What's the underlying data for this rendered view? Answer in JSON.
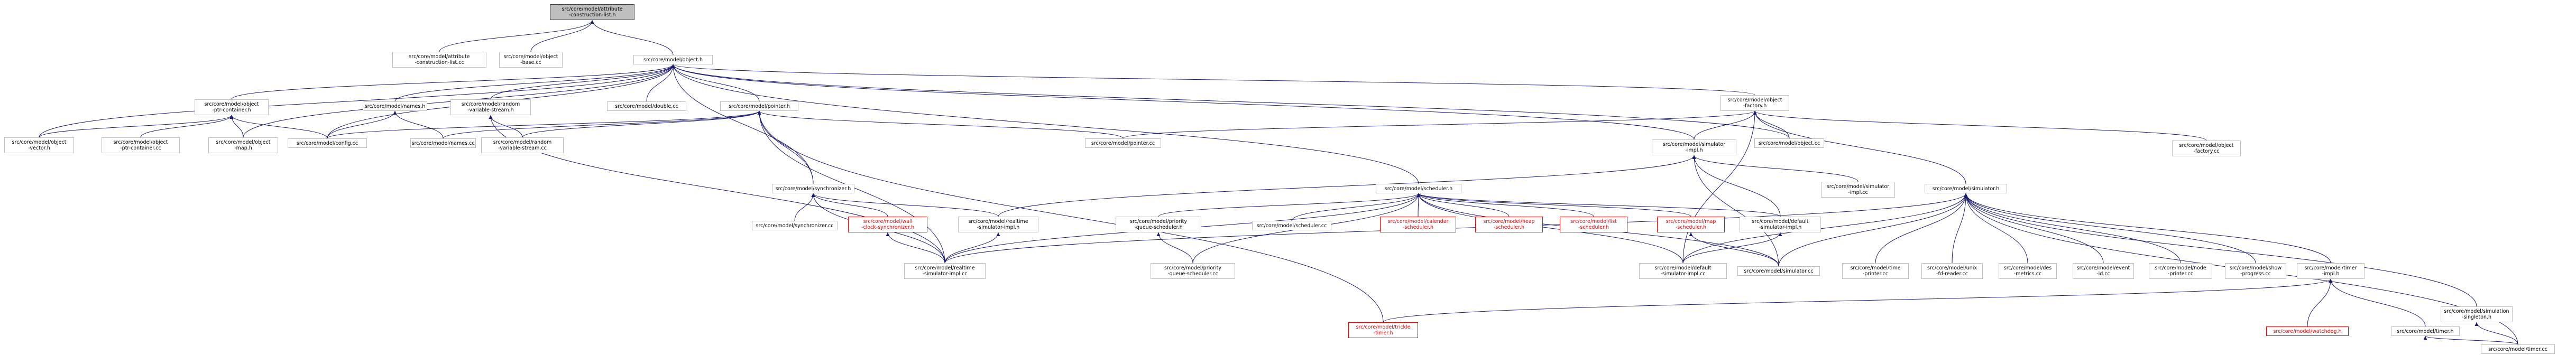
{
  "colors": {
    "edge": "#191970",
    "node_border": "#bfbfbf",
    "root_fill": "#bfbfbf",
    "broken": "#ff0000"
  },
  "nodes": [
    {
      "id": "attr",
      "lines": [
        "src/core/model/attribute",
        "-construction-list.h"
      ],
      "root": true
    },
    {
      "id": "attrcc",
      "lines": [
        "src/core/model/attribute",
        "-construction-list.cc"
      ]
    },
    {
      "id": "objbase",
      "lines": [
        "src/core/model/object",
        "-base.cc"
      ]
    },
    {
      "id": "obj",
      "lines": [
        "src/core/model/object.h"
      ]
    },
    {
      "id": "objvec",
      "lines": [
        "src/core/model/object",
        "-vector.h"
      ]
    },
    {
      "id": "ptrcont",
      "lines": [
        "src/core/model/object",
        "-ptr-container.h"
      ]
    },
    {
      "id": "ptrcontcc",
      "lines": [
        "src/core/model/object",
        "-ptr-container.cc"
      ]
    },
    {
      "id": "objmap",
      "lines": [
        "src/core/model/object",
        "-map.h"
      ]
    },
    {
      "id": "config",
      "lines": [
        "src/core/model/config.cc"
      ]
    },
    {
      "id": "names",
      "lines": [
        "src/core/model/names.h"
      ]
    },
    {
      "id": "namescc",
      "lines": [
        "src/core/model/names.cc"
      ]
    },
    {
      "id": "rvs",
      "lines": [
        "src/core/model/random",
        "-variable-stream.h"
      ]
    },
    {
      "id": "rvscc",
      "lines": [
        "src/core/model/random",
        "-variable-stream.cc"
      ]
    },
    {
      "id": "double",
      "lines": [
        "src/core/model/double.cc"
      ]
    },
    {
      "id": "pointer",
      "lines": [
        "src/core/model/pointer.h"
      ]
    },
    {
      "id": "pointercc",
      "lines": [
        "src/core/model/pointer.cc"
      ]
    },
    {
      "id": "sync",
      "lines": [
        "src/core/model/synchronizer.h"
      ]
    },
    {
      "id": "synccc",
      "lines": [
        "src/core/model/synchronizer.cc"
      ]
    },
    {
      "id": "wallclock",
      "lines": [
        "src/core/model/wall",
        "-clock-synchronizer.h"
      ],
      "red": true
    },
    {
      "id": "realtime",
      "lines": [
        "src/core/model/realtime",
        "-simulator-impl.h"
      ]
    },
    {
      "id": "realtimecc",
      "lines": [
        "src/core/model/realtime",
        "-simulator-impl.cc"
      ]
    },
    {
      "id": "factory",
      "lines": [
        "src/core/model/object",
        "-factory.h"
      ]
    },
    {
      "id": "factorycc",
      "lines": [
        "src/core/model/object",
        "-factory.cc"
      ]
    },
    {
      "id": "objcc",
      "lines": [
        "src/core/model/object.cc"
      ]
    },
    {
      "id": "simimpl",
      "lines": [
        "src/core/model/simulator",
        "-impl.h"
      ]
    },
    {
      "id": "simimplcc",
      "lines": [
        "src/core/model/simulator",
        "-impl.cc"
      ]
    },
    {
      "id": "sched",
      "lines": [
        "src/core/model/scheduler.h"
      ]
    },
    {
      "id": "prio",
      "lines": [
        "src/core/model/priority",
        "-queue-scheduler.h"
      ]
    },
    {
      "id": "priocc",
      "lines": [
        "src/core/model/priority",
        "-queue-scheduler.cc"
      ]
    },
    {
      "id": "schedcc",
      "lines": [
        "src/core/model/scheduler.cc"
      ]
    },
    {
      "id": "cal",
      "lines": [
        "src/core/model/calendar",
        "-scheduler.h"
      ],
      "red": true
    },
    {
      "id": "heap",
      "lines": [
        "src/core/model/heap",
        "-scheduler.h"
      ],
      "red": true
    },
    {
      "id": "list",
      "lines": [
        "src/core/model/list",
        "-scheduler.h"
      ],
      "red": true
    },
    {
      "id": "mapsched",
      "lines": [
        "src/core/model/map",
        "-scheduler.h"
      ],
      "red": true
    },
    {
      "id": "defsim",
      "lines": [
        "src/core/model/default",
        "-simulator-impl.h"
      ]
    },
    {
      "id": "defsimcc",
      "lines": [
        "src/core/model/default",
        "-simulator-impl.cc"
      ]
    },
    {
      "id": "trickle",
      "lines": [
        "src/core/model/trickle",
        "-timer.h"
      ],
      "red": true
    },
    {
      "id": "sim",
      "lines": [
        "src/core/model/simulator.h"
      ]
    },
    {
      "id": "simcc",
      "lines": [
        "src/core/model/simulator.cc"
      ]
    },
    {
      "id": "timeprinter",
      "lines": [
        "src/core/model/time",
        "-printer.cc"
      ]
    },
    {
      "id": "unixfd",
      "lines": [
        "src/core/model/unix",
        "-fd-reader.cc"
      ]
    },
    {
      "id": "desmetrics",
      "lines": [
        "src/core/model/des",
        "-metrics.cc"
      ]
    },
    {
      "id": "eventid",
      "lines": [
        "src/core/model/event",
        "-id.cc"
      ]
    },
    {
      "id": "nodeprinter",
      "lines": [
        "src/core/model/node",
        "-printer.cc"
      ]
    },
    {
      "id": "showprog",
      "lines": [
        "src/core/model/show",
        "-progress.cc"
      ]
    },
    {
      "id": "timerimpl",
      "lines": [
        "src/core/model/timer",
        "-impl.h"
      ]
    },
    {
      "id": "watchdog",
      "lines": [
        "src/core/model/watchdog.h"
      ],
      "red": true
    },
    {
      "id": "timerh",
      "lines": [
        "src/core/model/timer.h"
      ]
    },
    {
      "id": "singleton",
      "lines": [
        "src/core/model/simulation",
        "-singleton.h"
      ]
    },
    {
      "id": "timercc",
      "lines": [
        "src/core/model/timer.cc"
      ]
    }
  ],
  "edges": [
    [
      "attr",
      "attrcc"
    ],
    [
      "attr",
      "objbase"
    ],
    [
      "attr",
      "obj"
    ],
    [
      "obj",
      "objvec"
    ],
    [
      "obj",
      "ptrcont"
    ],
    [
      "obj",
      "objmap"
    ],
    [
      "obj",
      "config"
    ],
    [
      "obj",
      "names"
    ],
    [
      "obj",
      "rvs"
    ],
    [
      "obj",
      "double"
    ],
    [
      "obj",
      "pointer"
    ],
    [
      "obj",
      "factory"
    ],
    [
      "obj",
      "objcc"
    ],
    [
      "obj",
      "sync"
    ],
    [
      "obj",
      "sched"
    ],
    [
      "obj",
      "simimpl"
    ],
    [
      "ptrcont",
      "objvec"
    ],
    [
      "ptrcont",
      "ptrcontcc"
    ],
    [
      "ptrcont",
      "objmap"
    ],
    [
      "ptrcont",
      "config"
    ],
    [
      "names",
      "config"
    ],
    [
      "names",
      "namescc"
    ],
    [
      "rvs",
      "rvscc"
    ],
    [
      "rvs",
      "realtimecc"
    ],
    [
      "pointer",
      "config"
    ],
    [
      "pointer",
      "namescc"
    ],
    [
      "pointer",
      "rvscc"
    ],
    [
      "pointer",
      "pointercc"
    ],
    [
      "pointer",
      "sync"
    ],
    [
      "pointer",
      "realtimecc"
    ],
    [
      "pointer",
      "trickle"
    ],
    [
      "sync",
      "synccc"
    ],
    [
      "sync",
      "wallclock"
    ],
    [
      "sync",
      "realtime"
    ],
    [
      "sync",
      "realtimecc"
    ],
    [
      "wallclock",
      "realtimecc"
    ],
    [
      "realtime",
      "realtimecc"
    ],
    [
      "factory",
      "pointercc"
    ],
    [
      "factory",
      "objcc"
    ],
    [
      "factory",
      "simimpl"
    ],
    [
      "factory",
      "factorycc"
    ],
    [
      "factory",
      "sim"
    ],
    [
      "factory",
      "defsimcc"
    ],
    [
      "simimpl",
      "simimplcc"
    ],
    [
      "simimpl",
      "defsim"
    ],
    [
      "simimpl",
      "realtime"
    ],
    [
      "simimpl",
      "simcc"
    ],
    [
      "sched",
      "realtimecc"
    ],
    [
      "sched",
      "prio"
    ],
    [
      "sched",
      "schedcc"
    ],
    [
      "sched",
      "cal"
    ],
    [
      "sched",
      "heap"
    ],
    [
      "sched",
      "list"
    ],
    [
      "sched",
      "mapsched"
    ],
    [
      "sched",
      "defsim"
    ],
    [
      "sched",
      "simcc"
    ],
    [
      "sched",
      "priocc"
    ],
    [
      "sched",
      "defsimcc"
    ],
    [
      "prio",
      "priocc"
    ],
    [
      "defsim",
      "defsimcc"
    ],
    [
      "mapsched",
      "simcc"
    ],
    [
      "sim",
      "realtimecc"
    ],
    [
      "sim",
      "defsimcc"
    ],
    [
      "sim",
      "simcc"
    ],
    [
      "sim",
      "timeprinter"
    ],
    [
      "sim",
      "unixfd"
    ],
    [
      "sim",
      "desmetrics"
    ],
    [
      "sim",
      "eventid"
    ],
    [
      "sim",
      "nodeprinter"
    ],
    [
      "sim",
      "showprog"
    ],
    [
      "sim",
      "timerimpl"
    ],
    [
      "sim",
      "singleton"
    ],
    [
      "sim",
      "timercc"
    ],
    [
      "timerimpl",
      "watchdog"
    ],
    [
      "timerimpl",
      "timerh"
    ],
    [
      "timerimpl",
      "trickle"
    ],
    [
      "timerh",
      "timercc"
    ],
    [
      "singleton",
      "timercc"
    ]
  ]
}
